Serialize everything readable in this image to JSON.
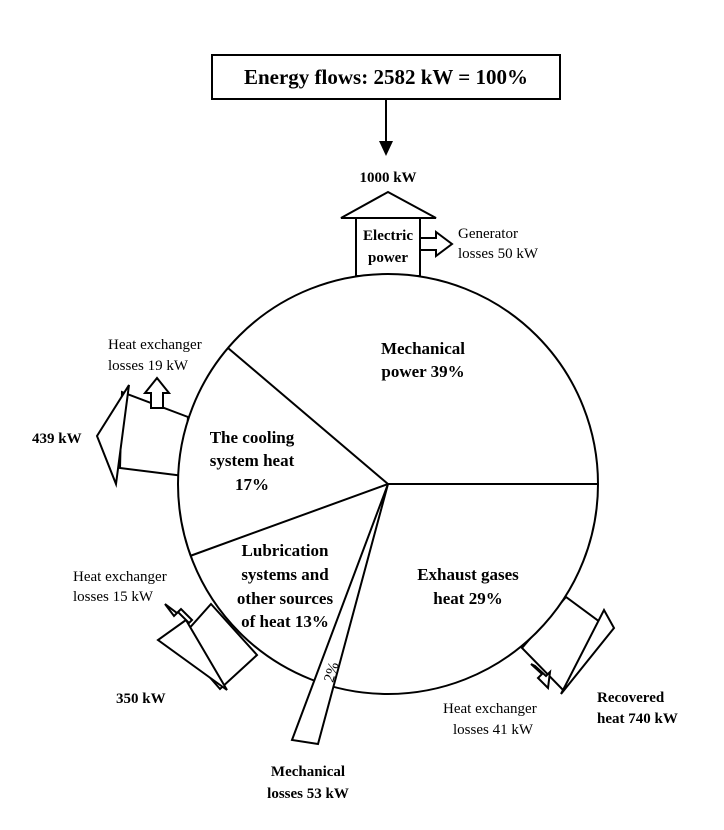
{
  "title": "Energy flows: 2582 kW = 100%",
  "sectors": {
    "mechanical": {
      "lines": [
        "Mechanical",
        "power 39%"
      ]
    },
    "cooling": {
      "lines": [
        "The cooling",
        "system heat",
        "17%"
      ]
    },
    "lubrication": {
      "lines": [
        "Lubrication",
        "systems and",
        "other sources",
        "of heat 13%"
      ]
    },
    "exhaust": {
      "lines": [
        "Exhaust gases",
        "heat 29%"
      ]
    },
    "mech_losses_pct": "2%"
  },
  "outputs": {
    "electric": {
      "lines": [
        "Electric",
        "power"
      ],
      "value": "1000 kW"
    },
    "generator_losses": {
      "lines": [
        "Generator",
        "losses 50 kW"
      ]
    },
    "cooling_hx_losses": {
      "lines": [
        "Heat exchanger",
        "losses 19 kW"
      ]
    },
    "cooling_out": {
      "value": "439 kW"
    },
    "lube_hx_losses": {
      "lines": [
        "Heat exchanger",
        "losses 15 kW"
      ]
    },
    "lube_out": {
      "value": "350 kW"
    },
    "mech_losses": {
      "lines": [
        "Mechanical",
        "losses 53 kW"
      ]
    },
    "exhaust_hx_losses": {
      "lines": [
        "Heat exchanger",
        "losses 41 kW"
      ]
    },
    "recovered": {
      "lines": [
        "Recovered",
        "heat 740 kW"
      ]
    }
  }
}
